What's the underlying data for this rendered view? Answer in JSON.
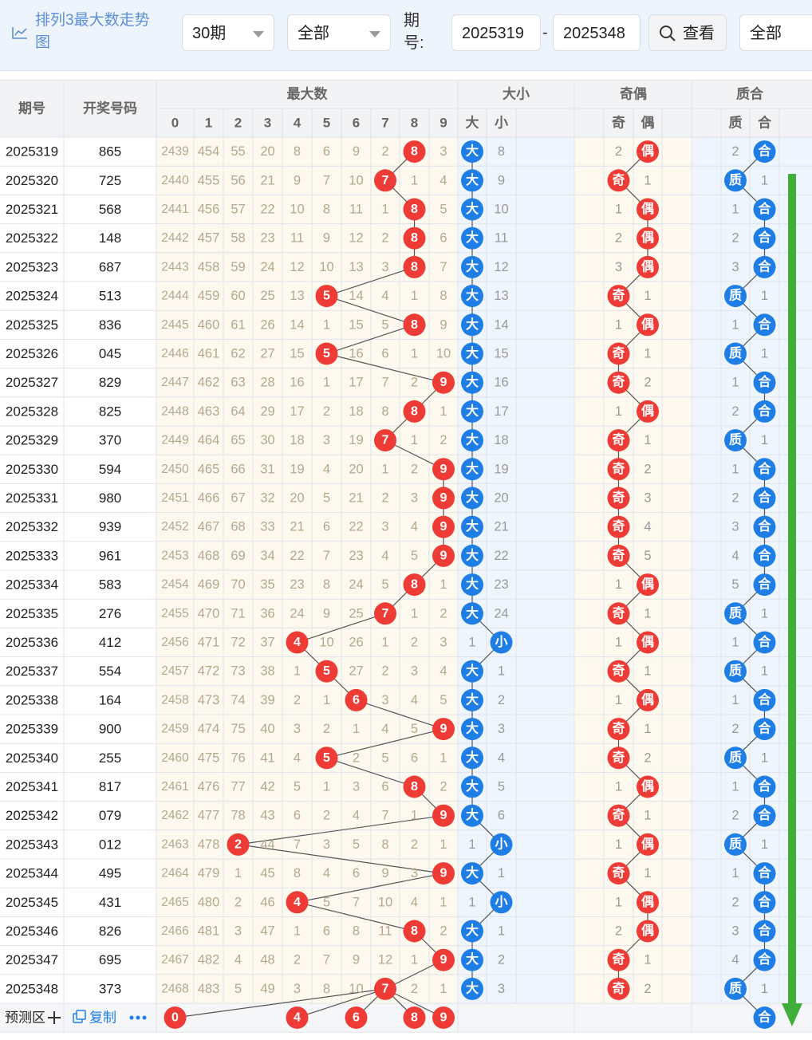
{
  "toolbar": {
    "title": "排列3最大数走势图",
    "period_select": "30期",
    "filter_select": "全部",
    "period_label": "期号:",
    "start_period": "2025319",
    "end_period": "2025348",
    "search_label": "查看",
    "filter2_select": "全部"
  },
  "table": {
    "col_period": "期号",
    "col_number": "开奖号码",
    "group_max": "最大数",
    "group_size": "大小",
    "group_parity": "奇偶",
    "group_prime": "质合",
    "digits": [
      "0",
      "1",
      "2",
      "3",
      "4",
      "5",
      "6",
      "7",
      "8",
      "9"
    ],
    "size_labels": [
      "大",
      "小"
    ],
    "parity_labels": [
      "奇",
      "偶"
    ],
    "prime_labels": [
      "质",
      "合"
    ]
  },
  "rows": [
    {
      "period": "2025319",
      "number": "865",
      "max": [
        2439,
        454,
        55,
        20,
        8,
        6,
        9,
        2,
        0,
        3
      ],
      "size": [
        0,
        8
      ],
      "parity": [
        2,
        0
      ],
      "prime": [
        2,
        0
      ]
    },
    {
      "period": "2025320",
      "number": "725",
      "max": [
        2440,
        455,
        56,
        21,
        9,
        7,
        10,
        0,
        1,
        4
      ],
      "size": [
        0,
        9
      ],
      "parity": [
        0,
        1
      ],
      "prime": [
        0,
        1
      ]
    },
    {
      "period": "2025321",
      "number": "568",
      "max": [
        2441,
        456,
        57,
        22,
        10,
        8,
        11,
        1,
        0,
        5
      ],
      "size": [
        0,
        10
      ],
      "parity": [
        1,
        0
      ],
      "prime": [
        1,
        0
      ]
    },
    {
      "period": "2025322",
      "number": "148",
      "max": [
        2442,
        457,
        58,
        23,
        11,
        9,
        12,
        2,
        0,
        6
      ],
      "size": [
        0,
        11
      ],
      "parity": [
        2,
        0
      ],
      "prime": [
        2,
        0
      ]
    },
    {
      "period": "2025323",
      "number": "687",
      "max": [
        2443,
        458,
        59,
        24,
        12,
        10,
        13,
        3,
        0,
        7
      ],
      "size": [
        0,
        12
      ],
      "parity": [
        3,
        0
      ],
      "prime": [
        3,
        0
      ]
    },
    {
      "period": "2025324",
      "number": "513",
      "max": [
        2444,
        459,
        60,
        25,
        13,
        0,
        14,
        4,
        1,
        8
      ],
      "size": [
        0,
        13
      ],
      "parity": [
        0,
        1
      ],
      "prime": [
        0,
        1
      ]
    },
    {
      "period": "2025325",
      "number": "836",
      "max": [
        2445,
        460,
        61,
        26,
        14,
        1,
        15,
        5,
        0,
        9
      ],
      "size": [
        0,
        14
      ],
      "parity": [
        1,
        0
      ],
      "prime": [
        1,
        0
      ]
    },
    {
      "period": "2025326",
      "number": "045",
      "max": [
        2446,
        461,
        62,
        27,
        15,
        0,
        16,
        6,
        1,
        10
      ],
      "size": [
        0,
        15
      ],
      "parity": [
        0,
        1
      ],
      "prime": [
        0,
        1
      ]
    },
    {
      "period": "2025327",
      "number": "829",
      "max": [
        2447,
        462,
        63,
        28,
        16,
        1,
        17,
        7,
        2,
        0
      ],
      "size": [
        0,
        16
      ],
      "parity": [
        0,
        2
      ],
      "prime": [
        1,
        0
      ]
    },
    {
      "period": "2025328",
      "number": "825",
      "max": [
        2448,
        463,
        64,
        29,
        17,
        2,
        18,
        8,
        0,
        1
      ],
      "size": [
        0,
        17
      ],
      "parity": [
        1,
        0
      ],
      "prime": [
        2,
        0
      ]
    },
    {
      "period": "2025329",
      "number": "370",
      "max": [
        2449,
        464,
        65,
        30,
        18,
        3,
        19,
        0,
        1,
        2
      ],
      "size": [
        0,
        18
      ],
      "parity": [
        0,
        1
      ],
      "prime": [
        0,
        1
      ]
    },
    {
      "period": "2025330",
      "number": "594",
      "max": [
        2450,
        465,
        66,
        31,
        19,
        4,
        20,
        1,
        2,
        0
      ],
      "size": [
        0,
        19
      ],
      "parity": [
        0,
        2
      ],
      "prime": [
        1,
        0
      ]
    },
    {
      "period": "2025331",
      "number": "980",
      "max": [
        2451,
        466,
        67,
        32,
        20,
        5,
        21,
        2,
        3,
        0
      ],
      "size": [
        0,
        20
      ],
      "parity": [
        0,
        3
      ],
      "prime": [
        2,
        0
      ]
    },
    {
      "period": "2025332",
      "number": "939",
      "max": [
        2452,
        467,
        68,
        33,
        21,
        6,
        22,
        3,
        4,
        0
      ],
      "size": [
        0,
        21
      ],
      "parity": [
        0,
        4
      ],
      "prime": [
        3,
        0
      ]
    },
    {
      "period": "2025333",
      "number": "961",
      "max": [
        2453,
        468,
        69,
        34,
        22,
        7,
        23,
        4,
        5,
        0
      ],
      "size": [
        0,
        22
      ],
      "parity": [
        0,
        5
      ],
      "prime": [
        4,
        0
      ]
    },
    {
      "period": "2025334",
      "number": "583",
      "max": [
        2454,
        469,
        70,
        35,
        23,
        8,
        24,
        5,
        0,
        1
      ],
      "size": [
        0,
        23
      ],
      "parity": [
        1,
        0
      ],
      "prime": [
        5,
        0
      ]
    },
    {
      "period": "2025335",
      "number": "276",
      "max": [
        2455,
        470,
        71,
        36,
        24,
        9,
        25,
        0,
        1,
        2
      ],
      "size": [
        0,
        24
      ],
      "parity": [
        0,
        1
      ],
      "prime": [
        0,
        1
      ]
    },
    {
      "period": "2025336",
      "number": "412",
      "max": [
        2456,
        471,
        72,
        37,
        0,
        10,
        26,
        1,
        2,
        3
      ],
      "size": [
        1,
        0
      ],
      "parity": [
        1,
        0
      ],
      "prime": [
        1,
        0
      ]
    },
    {
      "period": "2025337",
      "number": "554",
      "max": [
        2457,
        472,
        73,
        38,
        1,
        0,
        27,
        2,
        3,
        4
      ],
      "size": [
        0,
        1
      ],
      "parity": [
        0,
        1
      ],
      "prime": [
        0,
        1
      ]
    },
    {
      "period": "2025338",
      "number": "164",
      "max": [
        2458,
        473,
        74,
        39,
        2,
        1,
        0,
        3,
        4,
        5
      ],
      "size": [
        0,
        2
      ],
      "parity": [
        1,
        0
      ],
      "prime": [
        1,
        0
      ]
    },
    {
      "period": "2025339",
      "number": "900",
      "max": [
        2459,
        474,
        75,
        40,
        3,
        2,
        1,
        4,
        5,
        0
      ],
      "size": [
        0,
        3
      ],
      "parity": [
        0,
        1
      ],
      "prime": [
        2,
        0
      ]
    },
    {
      "period": "2025340",
      "number": "255",
      "max": [
        2460,
        475,
        76,
        41,
        4,
        0,
        2,
        5,
        6,
        1
      ],
      "size": [
        0,
        4
      ],
      "parity": [
        0,
        2
      ],
      "prime": [
        0,
        1
      ]
    },
    {
      "period": "2025341",
      "number": "817",
      "max": [
        2461,
        476,
        77,
        42,
        5,
        1,
        3,
        6,
        0,
        2
      ],
      "size": [
        0,
        5
      ],
      "parity": [
        1,
        0
      ],
      "prime": [
        1,
        0
      ]
    },
    {
      "period": "2025342",
      "number": "079",
      "max": [
        2462,
        477,
        78,
        43,
        6,
        2,
        4,
        7,
        1,
        0
      ],
      "size": [
        0,
        6
      ],
      "parity": [
        0,
        1
      ],
      "prime": [
        2,
        0
      ]
    },
    {
      "period": "2025343",
      "number": "012",
      "max": [
        2463,
        478,
        0,
        44,
        7,
        3,
        5,
        8,
        2,
        1
      ],
      "size": [
        1,
        0
      ],
      "parity": [
        1,
        0
      ],
      "prime": [
        0,
        1
      ]
    },
    {
      "period": "2025344",
      "number": "495",
      "max": [
        2464,
        479,
        1,
        45,
        8,
        4,
        6,
        9,
        3,
        0
      ],
      "size": [
        0,
        1
      ],
      "parity": [
        0,
        1
      ],
      "prime": [
        1,
        0
      ]
    },
    {
      "period": "2025345",
      "number": "431",
      "max": [
        2465,
        480,
        2,
        46,
        0,
        5,
        7,
        10,
        4,
        1
      ],
      "size": [
        1,
        0
      ],
      "parity": [
        1,
        0
      ],
      "prime": [
        2,
        0
      ]
    },
    {
      "period": "2025346",
      "number": "826",
      "max": [
        2466,
        481,
        3,
        47,
        1,
        6,
        8,
        11,
        0,
        2
      ],
      "size": [
        0,
        1
      ],
      "parity": [
        2,
        0
      ],
      "prime": [
        3,
        0
      ]
    },
    {
      "period": "2025347",
      "number": "695",
      "max": [
        2467,
        482,
        4,
        48,
        2,
        7,
        9,
        12,
        1,
        0
      ],
      "size": [
        0,
        2
      ],
      "parity": [
        0,
        1
      ],
      "prime": [
        4,
        0
      ]
    },
    {
      "period": "2025348",
      "number": "373",
      "max": [
        2468,
        483,
        5,
        49,
        3,
        8,
        10,
        0,
        2,
        1
      ],
      "size": [
        0,
        3
      ],
      "parity": [
        0,
        2
      ],
      "prime": [
        0,
        1
      ]
    }
  ],
  "prediction": {
    "label": "预测区",
    "copy_label": "复制",
    "max_picks": [
      "0",
      "4",
      "6",
      "8",
      "9"
    ],
    "prime_pick": "合"
  },
  "colors": {
    "red": "#ef3b36",
    "blue": "#1f7ee6",
    "missing": "#b5a88e",
    "trend_arrow": "#3fae3b"
  }
}
